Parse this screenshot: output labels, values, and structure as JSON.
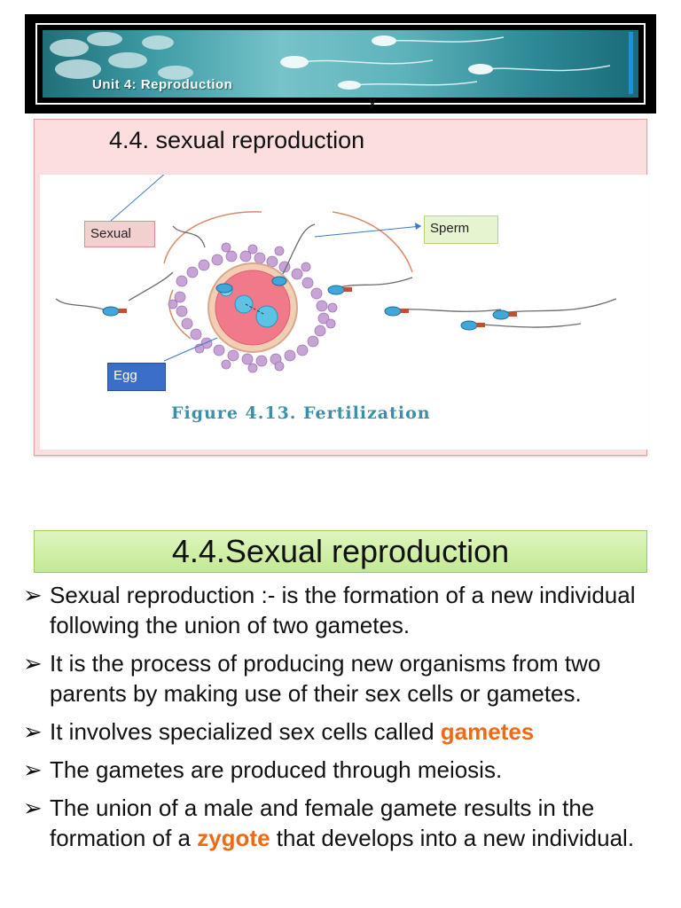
{
  "banner": {
    "title": "Unit 4: Reproduction",
    "tail_glyph": "y"
  },
  "figure": {
    "heading": "4.4. sexual reproduction",
    "labels": {
      "sexual": "Sexual",
      "sperm": "Sperm",
      "egg": "Egg"
    },
    "caption": "Figure 4.13.  Fertilization"
  },
  "section": {
    "title": "4.4.Sexual reproduction"
  },
  "bullets": [
    {
      "before": "Sexual reproduction :- is the formation of a new individual following the union of two gametes.",
      "highlight": "",
      "after": ""
    },
    {
      "before": "It is the process of producing new organisms from two parents by making use of their sex cells or gametes.",
      "highlight": "",
      "after": ""
    },
    {
      "before": "It involves specialized sex cells called ",
      "highlight": "gametes",
      "after": ""
    },
    {
      "before": "The gametes are produced through meiosis.",
      "highlight": "",
      "after": ""
    },
    {
      "before": "The union of a male and female gamete results in the formation of a ",
      "highlight": "zygote",
      "after": " that develops into a new individual."
    }
  ],
  "colors": {
    "accent": "#ee6a15",
    "section_bg": "#d4efaa",
    "figure_bg": "#fcdede",
    "caption": "#3a90a6",
    "egg_label": "#3a6ec9"
  },
  "icons": {
    "bullet": "arrow-bullet-icon"
  }
}
